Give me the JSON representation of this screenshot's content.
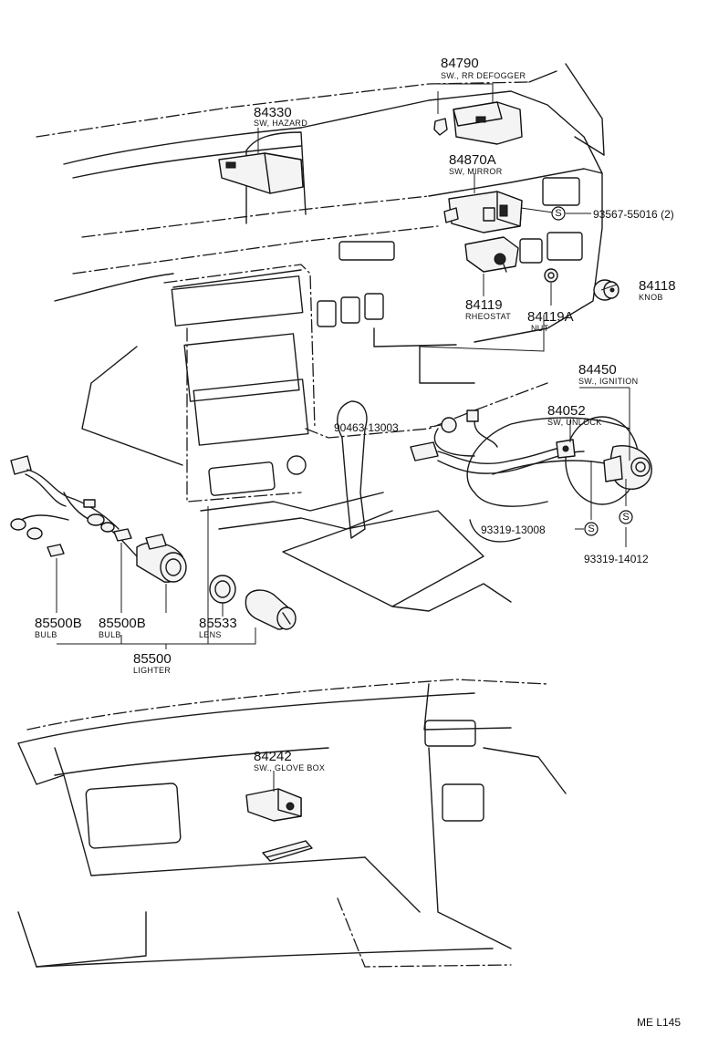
{
  "callouts": {
    "p84790": {
      "number": "84790",
      "name": "SW., RR DEFOGGER"
    },
    "p84330": {
      "number": "84330",
      "name": "SW, HAZARD"
    },
    "p84870a": {
      "number": "84870A",
      "name": "SW, MIRROR"
    },
    "p93567": {
      "number": "93567-55016 (2)",
      "name": ""
    },
    "p84118": {
      "number": "84118",
      "name": "KNOB"
    },
    "p84119": {
      "number": "84119",
      "name": "RHEOSTAT"
    },
    "p84119a": {
      "number": "84119A",
      "name": "NUT"
    },
    "p84450": {
      "number": "84450",
      "name": "SW., IGNITION"
    },
    "p84052": {
      "number": "84052",
      "name": "SW, UNLOCK"
    },
    "p90463": {
      "number": "90463-13003",
      "name": ""
    },
    "p93319a": {
      "number": "93319-13008",
      "name": ""
    },
    "p93319b": {
      "number": "93319-14012",
      "name": ""
    },
    "p85500b1": {
      "number": "85500B",
      "name": "BULB"
    },
    "p85500b2": {
      "number": "85500B",
      "name": "BULB"
    },
    "p85533": {
      "number": "85533",
      "name": "LENS"
    },
    "p85500": {
      "number": "85500",
      "name": "LIGHTER"
    },
    "p84242": {
      "number": "84242",
      "name": "SW., GLOVE BOX"
    }
  },
  "symbols": {
    "screw_mark": "S"
  },
  "footer": {
    "code": "ME L145"
  }
}
